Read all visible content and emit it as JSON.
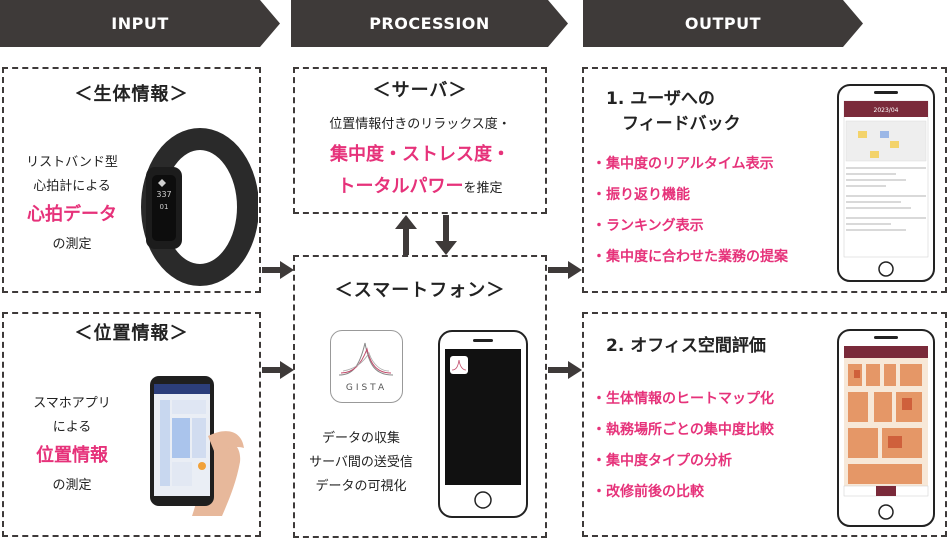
{
  "stages": {
    "input": "INPUT",
    "procession": "PROCESSION",
    "output": "OUTPUT"
  },
  "biometric": {
    "heading": "＜生体情報＞",
    "line1": "リストバンド型",
    "line2": "心拍計による",
    "highlight": "心拍データ",
    "line3": "の測定"
  },
  "location": {
    "heading": "＜位置情報＞",
    "line1": "スマホアプリ",
    "line2": "による",
    "highlight": "位置情報",
    "line3": "の測定"
  },
  "server": {
    "heading": "＜サーバ＞",
    "line1": "位置情報付きのリラックス度・",
    "highlight1": "集中度・ストレス度・",
    "highlight2": "トータルパワー",
    "line2_suffix": "を推定"
  },
  "smartphone": {
    "heading": "＜スマートフォン＞",
    "app_logo_text": "GISTA",
    "func1": "データの収集",
    "func2": "サーバ間の送受信",
    "func3": "データの可視化"
  },
  "output1": {
    "title_line1": "1. ユーザへの",
    "title_line2": "フィードバック",
    "bullets": [
      "・集中度のリアルタイム表示",
      "・振り返り機能",
      "・ランキング表示",
      "・集中度に合わせた業務の提案"
    ],
    "phone_screen_title": "2023/04"
  },
  "output2": {
    "title": "2. オフィス空間評価",
    "bullets": [
      "・生体情報のヒートマップ化",
      "・執務場所ごとの集中度比較",
      "・集中度タイプの分析",
      "・改修前後の比較"
    ]
  },
  "colors": {
    "dark": "#3e3a39",
    "accent": "#e6327a",
    "app_header": "#7a2a3a"
  }
}
